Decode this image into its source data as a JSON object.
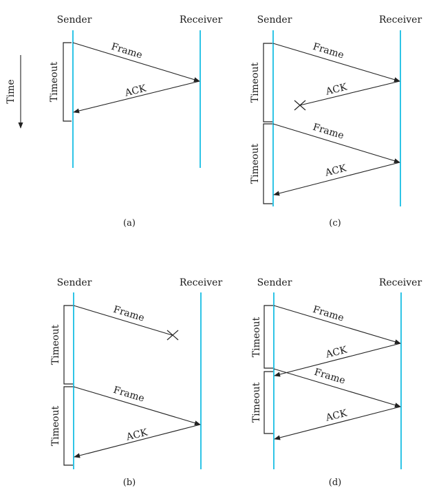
{
  "time_axis": {
    "label": "Time"
  },
  "labels": {
    "sender": "Sender",
    "receiver": "Receiver",
    "frame": "Frame",
    "ack": "ACK",
    "timeout": "Timeout"
  },
  "panels": {
    "a": {
      "caption": "(a)"
    },
    "b": {
      "caption": "(b)"
    },
    "c": {
      "caption": "(c)"
    },
    "d": {
      "caption": "(d)"
    }
  },
  "colors": {
    "lifeline": "#2ec4e6",
    "ink": "#222222"
  }
}
